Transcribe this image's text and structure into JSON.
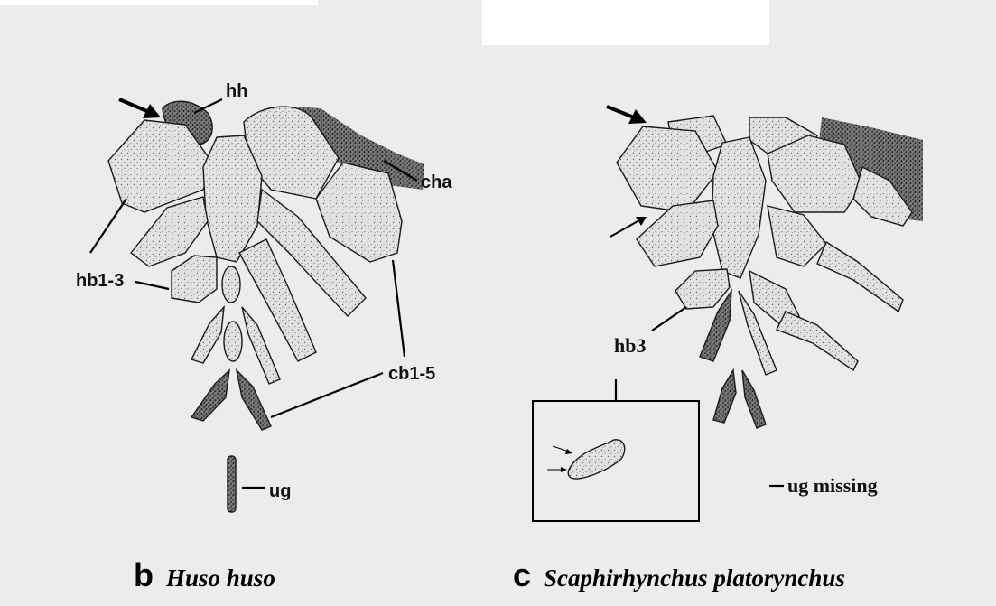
{
  "panel_b": {
    "labels": {
      "hh": "hh",
      "cha": "cha",
      "hb": "hb1-3",
      "cb": "cb1-5",
      "ug": "ug"
    },
    "caption_letter": "b",
    "caption_species": "Huso huso"
  },
  "panel_c": {
    "labels": {
      "hb3": "hb3",
      "ug_missing": "ug missing"
    },
    "caption_letter": "c",
    "caption_species": "Scaphirhynchus platorynchus"
  }
}
